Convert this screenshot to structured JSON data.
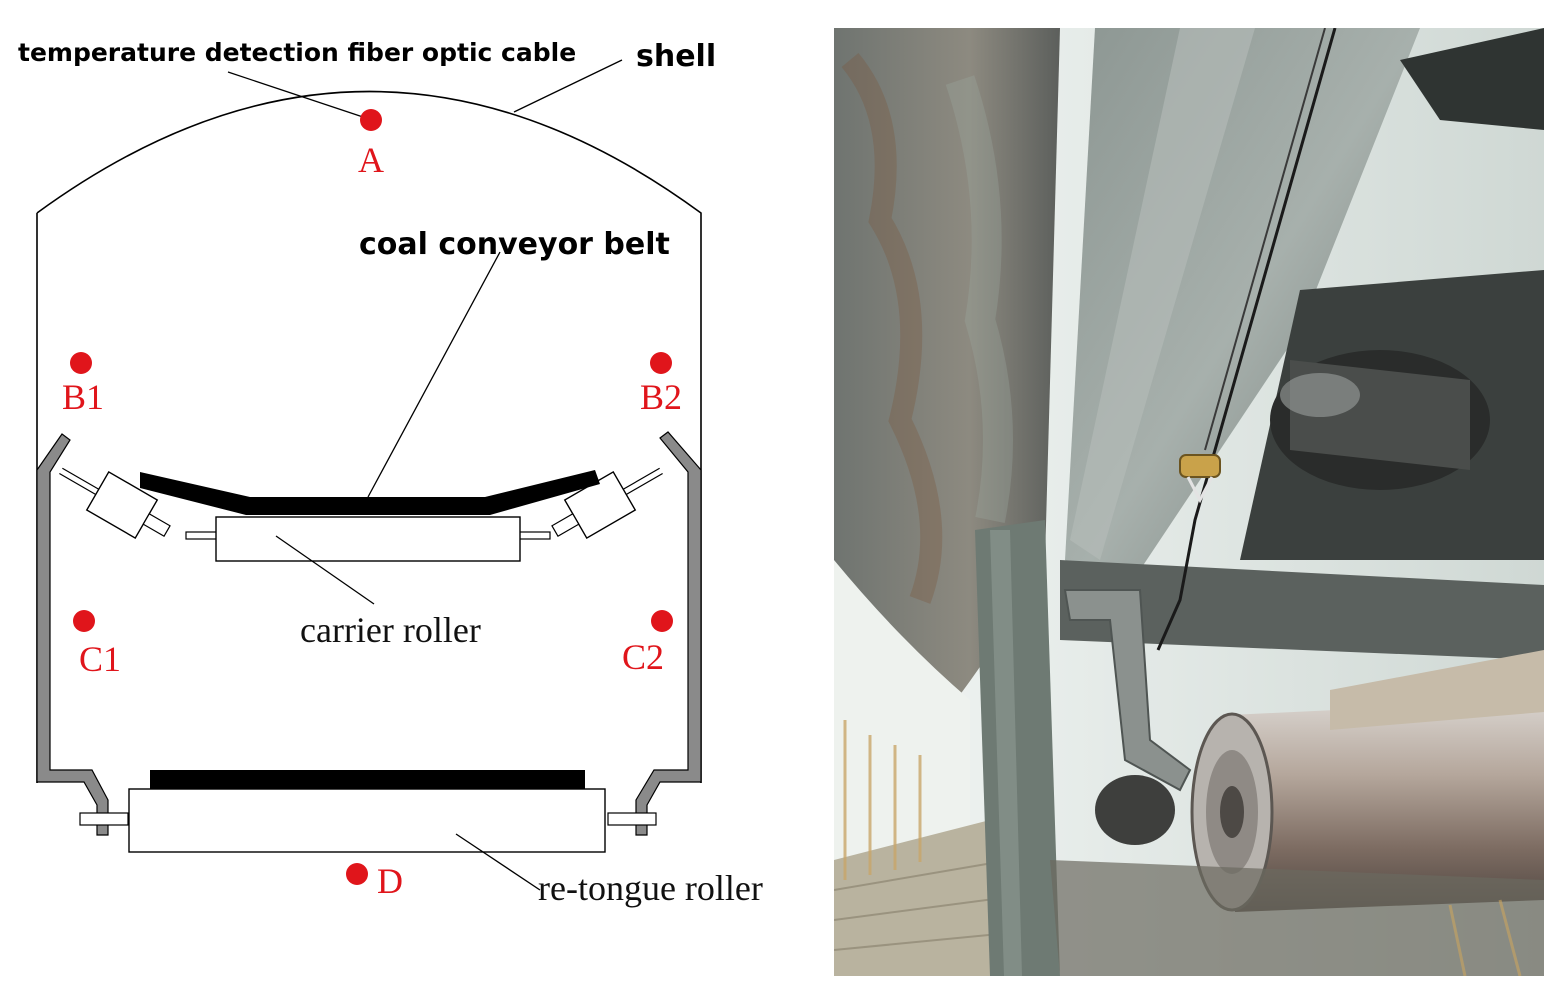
{
  "diagram": {
    "labels": {
      "fiber_cable": "temperature detection fiber optic cable",
      "shell": "shell",
      "belt": "coal conveyor belt",
      "carrier_roller": "carrier roller",
      "return_roller": "re-tongue roller"
    },
    "points": [
      {
        "id": "A",
        "label": "A"
      },
      {
        "id": "B1",
        "label": "B1"
      },
      {
        "id": "B2",
        "label": "B2"
      },
      {
        "id": "C1",
        "label": "C1"
      },
      {
        "id": "C2",
        "label": "C2"
      },
      {
        "id": "D",
        "label": "D"
      }
    ],
    "colors": {
      "point": "#e0151b",
      "frame": "#6e6e6e",
      "belt": "#000000",
      "outline": "#000000"
    }
  },
  "photo": {
    "subject": "underside of conveyor with fiber optic cable and roller"
  }
}
